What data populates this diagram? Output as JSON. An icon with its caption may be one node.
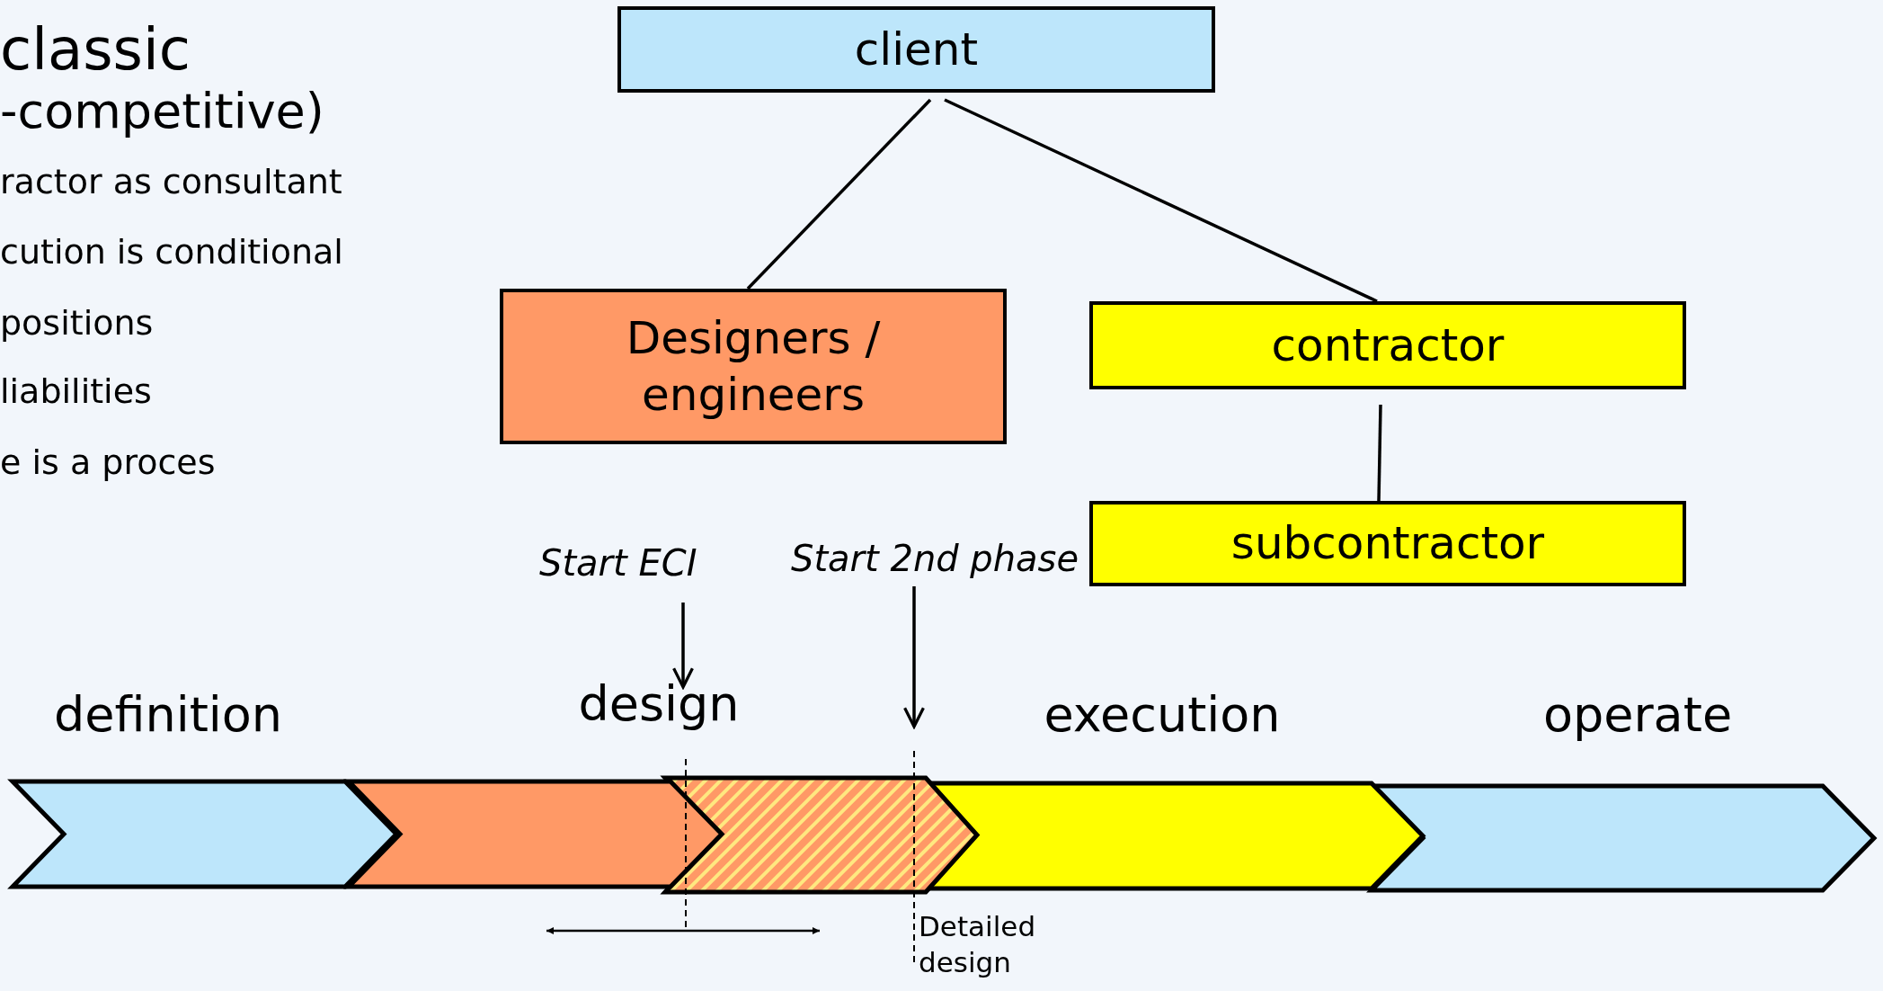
{
  "diagram": {
    "nodes": [
      {
        "text": [
          "client"
        ]
      },
      {
        "text": [
          "Designers / engineers"
        ]
      },
      {
        "text": [
          "contractor"
        ]
      },
      {
        "text": [
          "subcontractor"
        ]
      },
      {
        "text": [
          "definition"
        ]
      },
      {
        "text": [
          "design"
        ]
      },
      {
        "text": [],
        "shape": "chevron"
      },
      {
        "text": [
          "execution"
        ]
      },
      {
        "text": [
          "operate"
        ]
      },
      {
        "text": [
          "Start ECI"
        ]
      },
      {
        "text": [
          "Start 2nd phase"
        ]
      }
    ],
    "edges": [
      {
        "from": 0,
        "to": 1,
        "arrow": "none"
      },
      {
        "from": 0,
        "to": 2,
        "arrow": "none"
      },
      {
        "from": 2,
        "to": 3,
        "arrow": "none"
      },
      {
        "from": 9,
        "to": 5,
        "arrow": "to"
      },
      {
        "from": 10,
        "to": null,
        "arrow": "to"
      }
    ],
    "labels": [
      "classic",
      "-competitive)",
      "ractor as consultant",
      "cution is conditional",
      "positions",
      "liabilities",
      "e is a proces",
      "Detailed design"
    ]
  }
}
